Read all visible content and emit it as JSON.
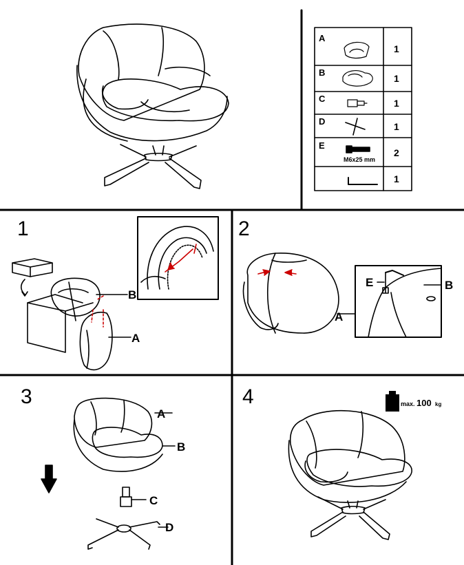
{
  "parts": [
    {
      "letter": "A",
      "qty": "1",
      "icon": "seat-shell-icon"
    },
    {
      "letter": "B",
      "qty": "1",
      "icon": "seat-cushion-icon"
    },
    {
      "letter": "C",
      "qty": "1",
      "icon": "gas-cylinder-icon"
    },
    {
      "letter": "D",
      "qty": "1",
      "icon": "star-base-icon"
    },
    {
      "letter": "E",
      "qty": "2",
      "icon": "bolt-icon",
      "note": "M6x25 mm"
    },
    {
      "letter": "",
      "qty": "1",
      "icon": "allen-key-icon"
    }
  ],
  "steps": [
    {
      "number": "1",
      "labels": [
        "B",
        "A"
      ]
    },
    {
      "number": "2",
      "labels": [
        "E",
        "B",
        "A"
      ]
    },
    {
      "number": "3",
      "labels": [
        "A",
        "B",
        "C",
        "D"
      ]
    },
    {
      "number": "4",
      "max_load_prefix": "max.",
      "max_load_value": "100",
      "max_load_unit": "kg"
    }
  ]
}
